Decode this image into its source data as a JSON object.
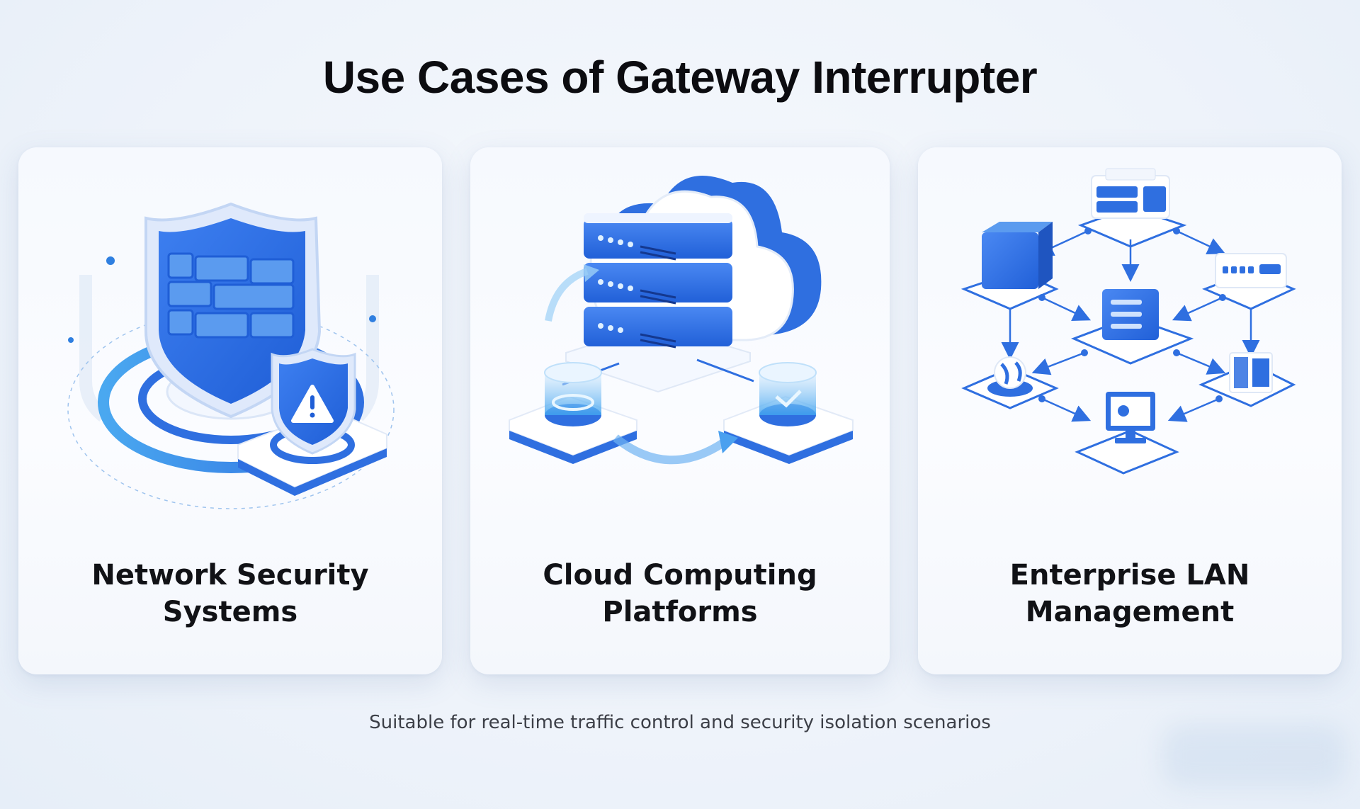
{
  "page": {
    "title": "Use Cases of Gateway Interrupter",
    "caption": "Suitable for real-time traffic control and security isolation scenarios"
  },
  "cards": [
    {
      "label_line1": "Network Security",
      "label_line2": "Systems",
      "icon": "shield-firewall-warning-icon"
    },
    {
      "label_line1": "Cloud Computing",
      "label_line2": "Platforms",
      "icon": "cloud-server-sync-icon"
    },
    {
      "label_line1": "Enterprise LAN",
      "label_line2": "Management",
      "icon": "lan-network-topology-icon"
    }
  ],
  "colors": {
    "accent": "#2f6fe0",
    "accent_light": "#5b9bef",
    "accent_pale": "#cfe0fb",
    "text": "#111216",
    "caption": "#3c3f47"
  }
}
